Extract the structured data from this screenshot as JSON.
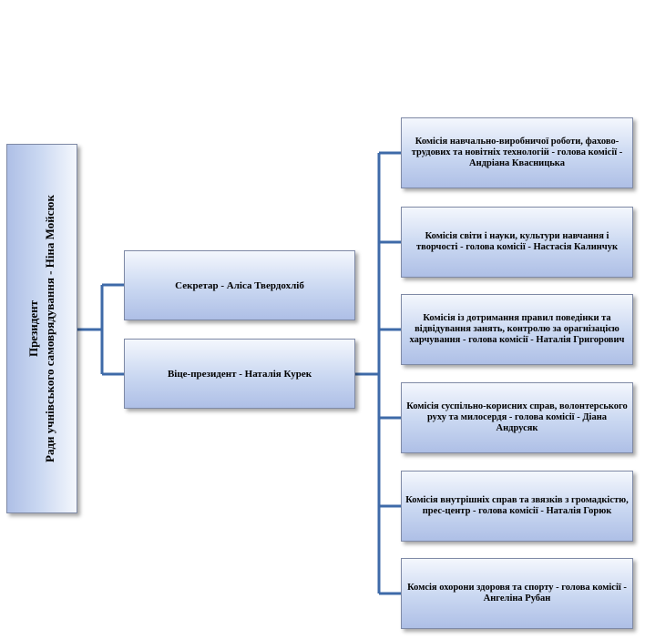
{
  "president": {
    "line1": "Президент",
    "line2": "Ради учнівського  самоврядування   -  Ніна Мойсюк"
  },
  "secretary": "Секретар - Аліса Твердохліб",
  "vice_president": "Віце-президент -  Наталія Курек",
  "commissions": [
    "Комісія навчально-виробничої роботи, фахово-трудових та новітніх технологій - голова комісії - Андріана Квасницька",
    "Комісія світи і науки, культури навчання і творчості - голова комісії - Настасія Калинчук",
    "Комісія із дотримання правил поведінки та відвідування занять, контролю за орагнізацією харчування - голова комісії - Наталія Григорович",
    "Комісія суспільно-корисних справ, волонтерського руху та милосердя - голова комісії - Діана Андрусяк",
    "Комісія внутрішніх справ та звязків з громадкістю, прес-центр - голова комісії - Наталія Горюк",
    "Комсія охорони здоровя та спорту - голова комісії - Ангеліна Рубан"
  ],
  "colors": {
    "connector": "#3e6aa8",
    "box_border": "#7f8aa6"
  }
}
